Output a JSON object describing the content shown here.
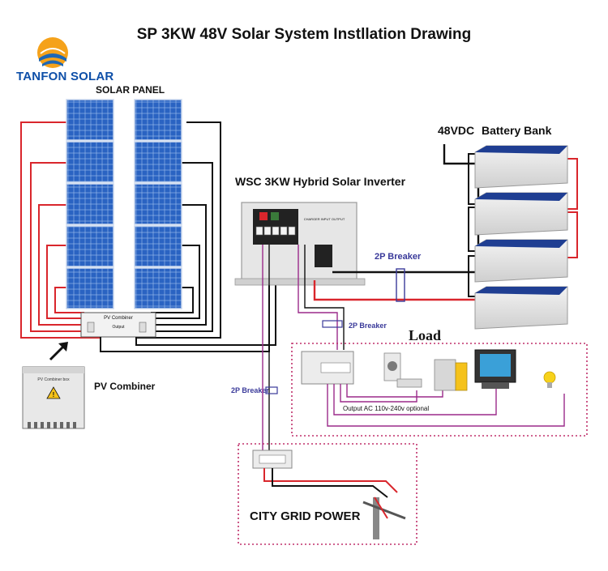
{
  "title": "SP 3KW 48V Solar System Instllation Drawing",
  "brand": {
    "name": "TANFON SOLAR",
    "logo_icon": "sun-logo-icon"
  },
  "labels": {
    "solar_panel": "SOLAR PANEL",
    "inverter": "WSC 3KW Hybrid Solar Inverter",
    "battery_bank_voltage": "48VDC",
    "battery_bank": "Battery Bank",
    "breaker_battery": "2P Breaker",
    "breaker_load": "2P Breaker",
    "breaker_grid": "2P Breaker",
    "pv_combiner": "PV Combiner",
    "load": "Load",
    "output_note": "Output  AC 110v-240v optional",
    "city_grid": "CITY GRID POWER",
    "combiner_box_label": "PV Combiner",
    "combiner_box_title": "PV Combiner box",
    "inverter_charge_text": "CHARGER INPUT OUTPUT",
    "output_tag": "Output"
  },
  "colors": {
    "wire_red": "#d9262c",
    "wire_black": "#111111",
    "wire_purple": "#9b2a8a",
    "load_border": "#c0306b",
    "grid_border": "#c0306b",
    "panel_blue": "#2a63c2",
    "battery_blue": "#1f3e92"
  }
}
